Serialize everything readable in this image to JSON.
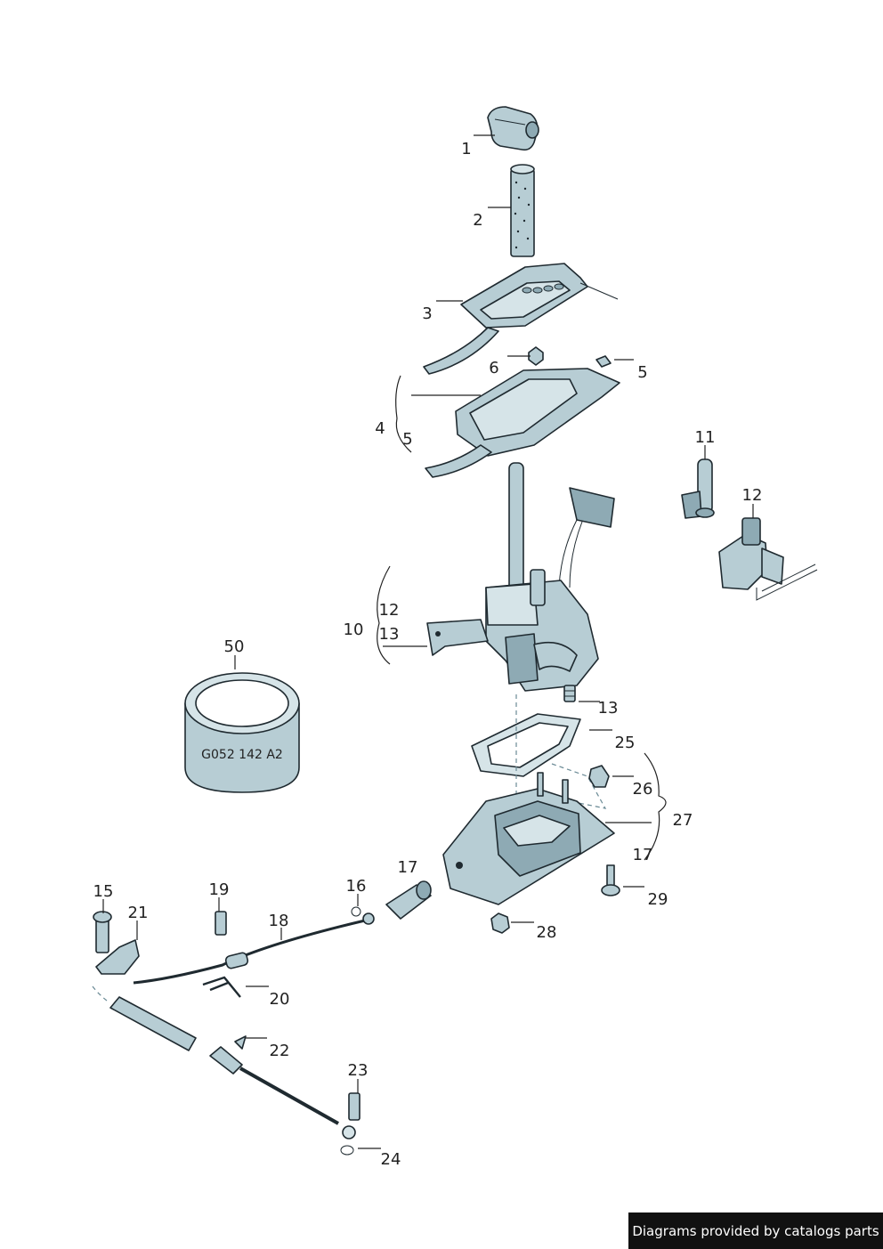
{
  "colors": {
    "part_fill": "#b7cdd4",
    "part_dark": "#8eaab4",
    "part_light": "#d6e4e8",
    "outline": "#1f2a30"
  },
  "callouts": [
    {
      "id": "c1",
      "text": "1"
    },
    {
      "id": "c2",
      "text": "2"
    },
    {
      "id": "c3",
      "text": "3"
    },
    {
      "id": "c6",
      "text": "6"
    },
    {
      "id": "c5a",
      "text": "5"
    },
    {
      "id": "c4",
      "text": "4"
    },
    {
      "id": "c5b",
      "text": "5"
    },
    {
      "id": "c11",
      "text": "11"
    },
    {
      "id": "c12a",
      "text": "12"
    },
    {
      "id": "c12b",
      "text": "12"
    },
    {
      "id": "c10",
      "text": "10"
    },
    {
      "id": "c13a",
      "text": "13"
    },
    {
      "id": "c50",
      "text": "50"
    },
    {
      "id": "c13b",
      "text": "13"
    },
    {
      "id": "c25",
      "text": "25"
    },
    {
      "id": "c26",
      "text": "26"
    },
    {
      "id": "c27",
      "text": "27"
    },
    {
      "id": "c17a",
      "text": "17"
    },
    {
      "id": "c17b",
      "text": "17"
    },
    {
      "id": "c29",
      "text": "29"
    },
    {
      "id": "c28",
      "text": "28"
    },
    {
      "id": "c15",
      "text": "15"
    },
    {
      "id": "c19",
      "text": "19"
    },
    {
      "id": "c16",
      "text": "16"
    },
    {
      "id": "c21",
      "text": "21"
    },
    {
      "id": "c18",
      "text": "18"
    },
    {
      "id": "c20",
      "text": "20"
    },
    {
      "id": "c22",
      "text": "22"
    },
    {
      "id": "c23",
      "text": "23"
    },
    {
      "id": "c24",
      "text": "24"
    }
  ],
  "part_marking": "G052 142 A2",
  "credit": "Diagrams provided by catalogs parts"
}
